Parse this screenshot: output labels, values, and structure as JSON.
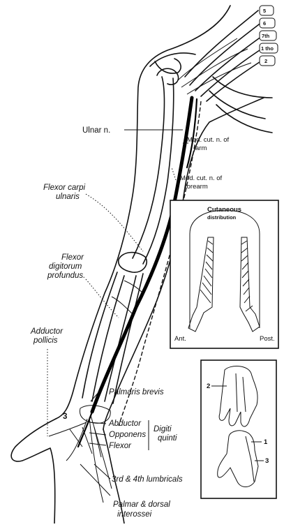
{
  "spinal_roots": [
    "5",
    "6",
    "7th",
    "1 tho",
    "2"
  ],
  "labels": {
    "ulnar_n": "Ulnar n.",
    "med_cut_arm_1": "Med. cut. n. of",
    "med_cut_arm_2": "arm",
    "med_cut_forearm_1": "Med. cut. n. of",
    "med_cut_forearm_2": "forearm",
    "flexor_carpi_1": "Flexor carpi",
    "flexor_carpi_2": "ulnaris",
    "flexor_dig_1": "Flexor",
    "flexor_dig_2": "digitorum",
    "flexor_dig_3": "profundus.",
    "adductor_1": "Adductor",
    "adductor_2": "pollicis",
    "palmaris_brevis": "Palmaris brevis",
    "abductor": "Abductor",
    "opponens": "Opponens",
    "flexor": "Flexor",
    "digiti_1": "Digiti",
    "digiti_2": "quinti",
    "lumbricals": "3rd & 4th lumbricals",
    "palmar_1": "Palmar & dorsal",
    "palmar_2": "interossei",
    "num_3": "3"
  },
  "cutaneous_inset": {
    "title_1": "Cutaneous",
    "title_2": "distribution",
    "ant": "Ant.",
    "post": "Post."
  },
  "hand_inset": {
    "num_1": "1",
    "num_2": "2",
    "num_3": "3"
  }
}
